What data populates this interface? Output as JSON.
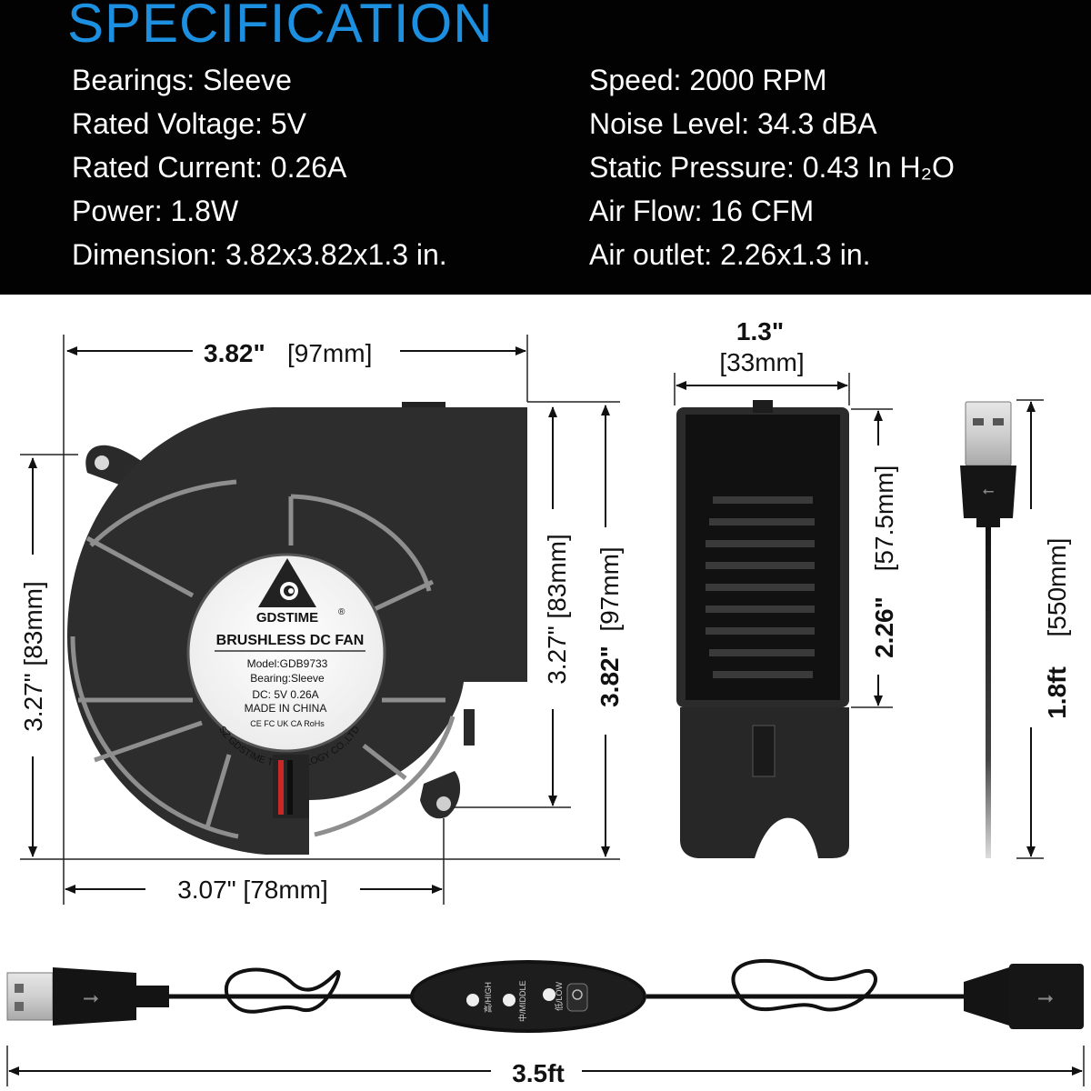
{
  "header": {
    "title": "SPECIFICATION",
    "title_color": "#1d8fe0",
    "left": [
      "Bearings: Sleeve",
      "Rated Voltage: 5V",
      "Rated Current: 0.26A",
      "Power: 1.8W",
      "Dimension: 3.82x3.82x1.3 in."
    ],
    "right": [
      "Speed: 2000 RPM",
      "Noise Level: 34.3 dBA",
      "Static Pressure: 0.43 In H₂O",
      "Air Flow: 16 CFM",
      "Air outlet: 2.26x1.3 in."
    ]
  },
  "fan_label": {
    "brand": "GDSTIME",
    "registered": "®",
    "product": "BRUSHLESS DC FAN",
    "model": "Model:GDB9733",
    "bearing": "Bearing:Sleeve",
    "rating": "DC: 5V  0.26A",
    "origin": "MADE IN CHINA",
    "certs": "CE FC UK CA RoHs",
    "maker": "SZ GDSTIME TECHNOLOGY CO.,LTD"
  },
  "dimensions": {
    "front_width_in": "3.82\"",
    "front_width_mm": "[97mm]",
    "left_height": "3.27\" [83mm]",
    "inner_height": "3.27\" [83mm]",
    "total_height_in": "3.82\"",
    "total_height_mm": "[97mm]",
    "bottom_width": "3.07\" [78mm]",
    "side_depth_in": "1.3\"",
    "side_depth_mm": "[33mm]",
    "outlet_height_in": "2.26\"",
    "outlet_height_mm": "[57.5mm]",
    "cable_length_in": "1.8ft",
    "cable_length_mm": "[550mm]",
    "cord_length": "3.5ft"
  },
  "controller": {
    "high": "高/HIGH",
    "middle": "中/MIDDLE",
    "low": "低/LOW"
  }
}
